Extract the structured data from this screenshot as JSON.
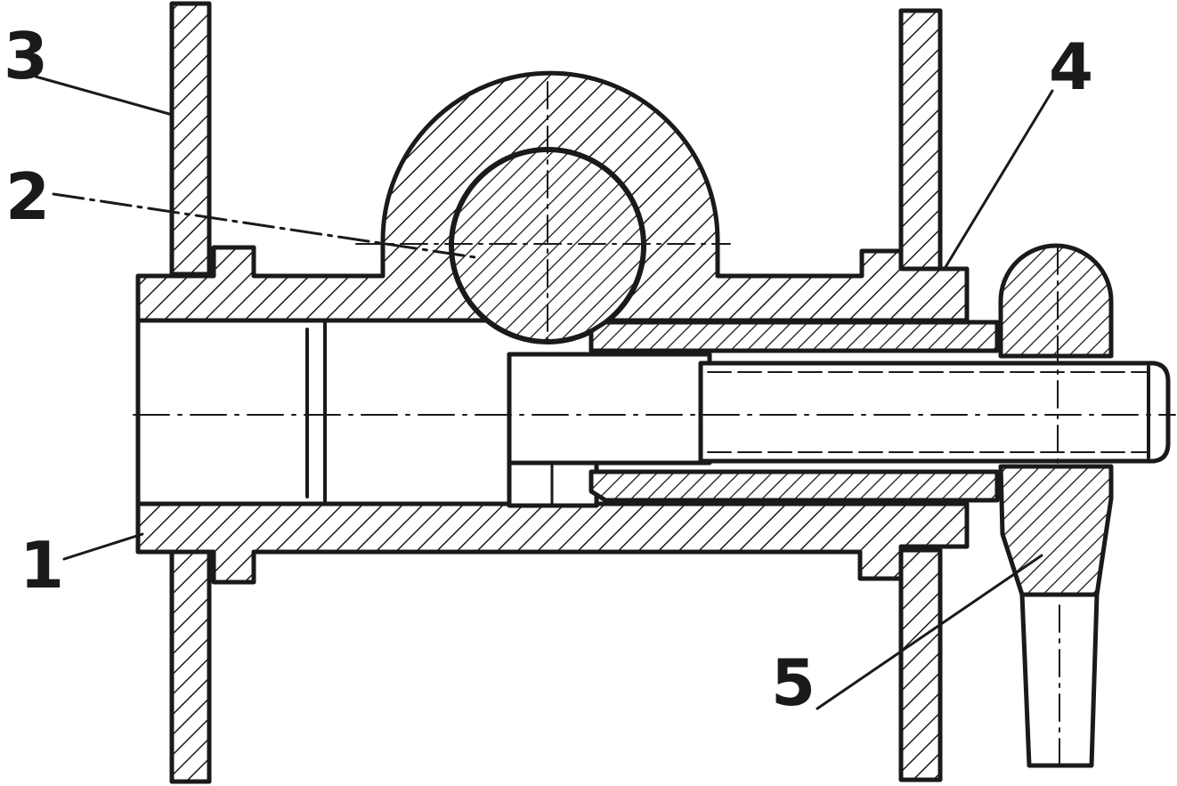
{
  "diagram": {
    "callouts": [
      {
        "id": "1",
        "label": "1"
      },
      {
        "id": "2",
        "label": "2"
      },
      {
        "id": "3",
        "label": "3"
      },
      {
        "id": "4",
        "label": "4"
      },
      {
        "id": "5",
        "label": "5"
      }
    ],
    "colors": {
      "ink": "#1a1a1a",
      "paper": "#ffffff"
    }
  }
}
